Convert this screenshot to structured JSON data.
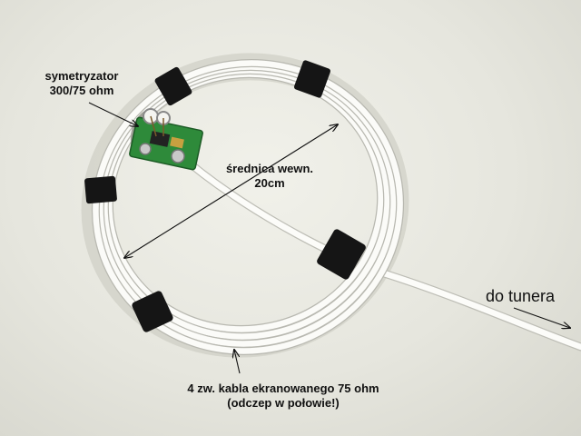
{
  "labels": {
    "balun_line1": "symetryzator",
    "balun_line2": "300/75 ohm",
    "diameter_line1": "średnica wewn.",
    "diameter_line2": "20cm",
    "cable_line1": "4 zw. kabla ekranowanego 75 ohm",
    "cable_line2": "(odczep w połowie!)",
    "tuner": "do tunera"
  },
  "colors": {
    "background": "#e9e9e1",
    "cable": "#fbfbf8",
    "tape": "#151515",
    "pcb": "#2e8a3a",
    "arrow": "#111111"
  }
}
